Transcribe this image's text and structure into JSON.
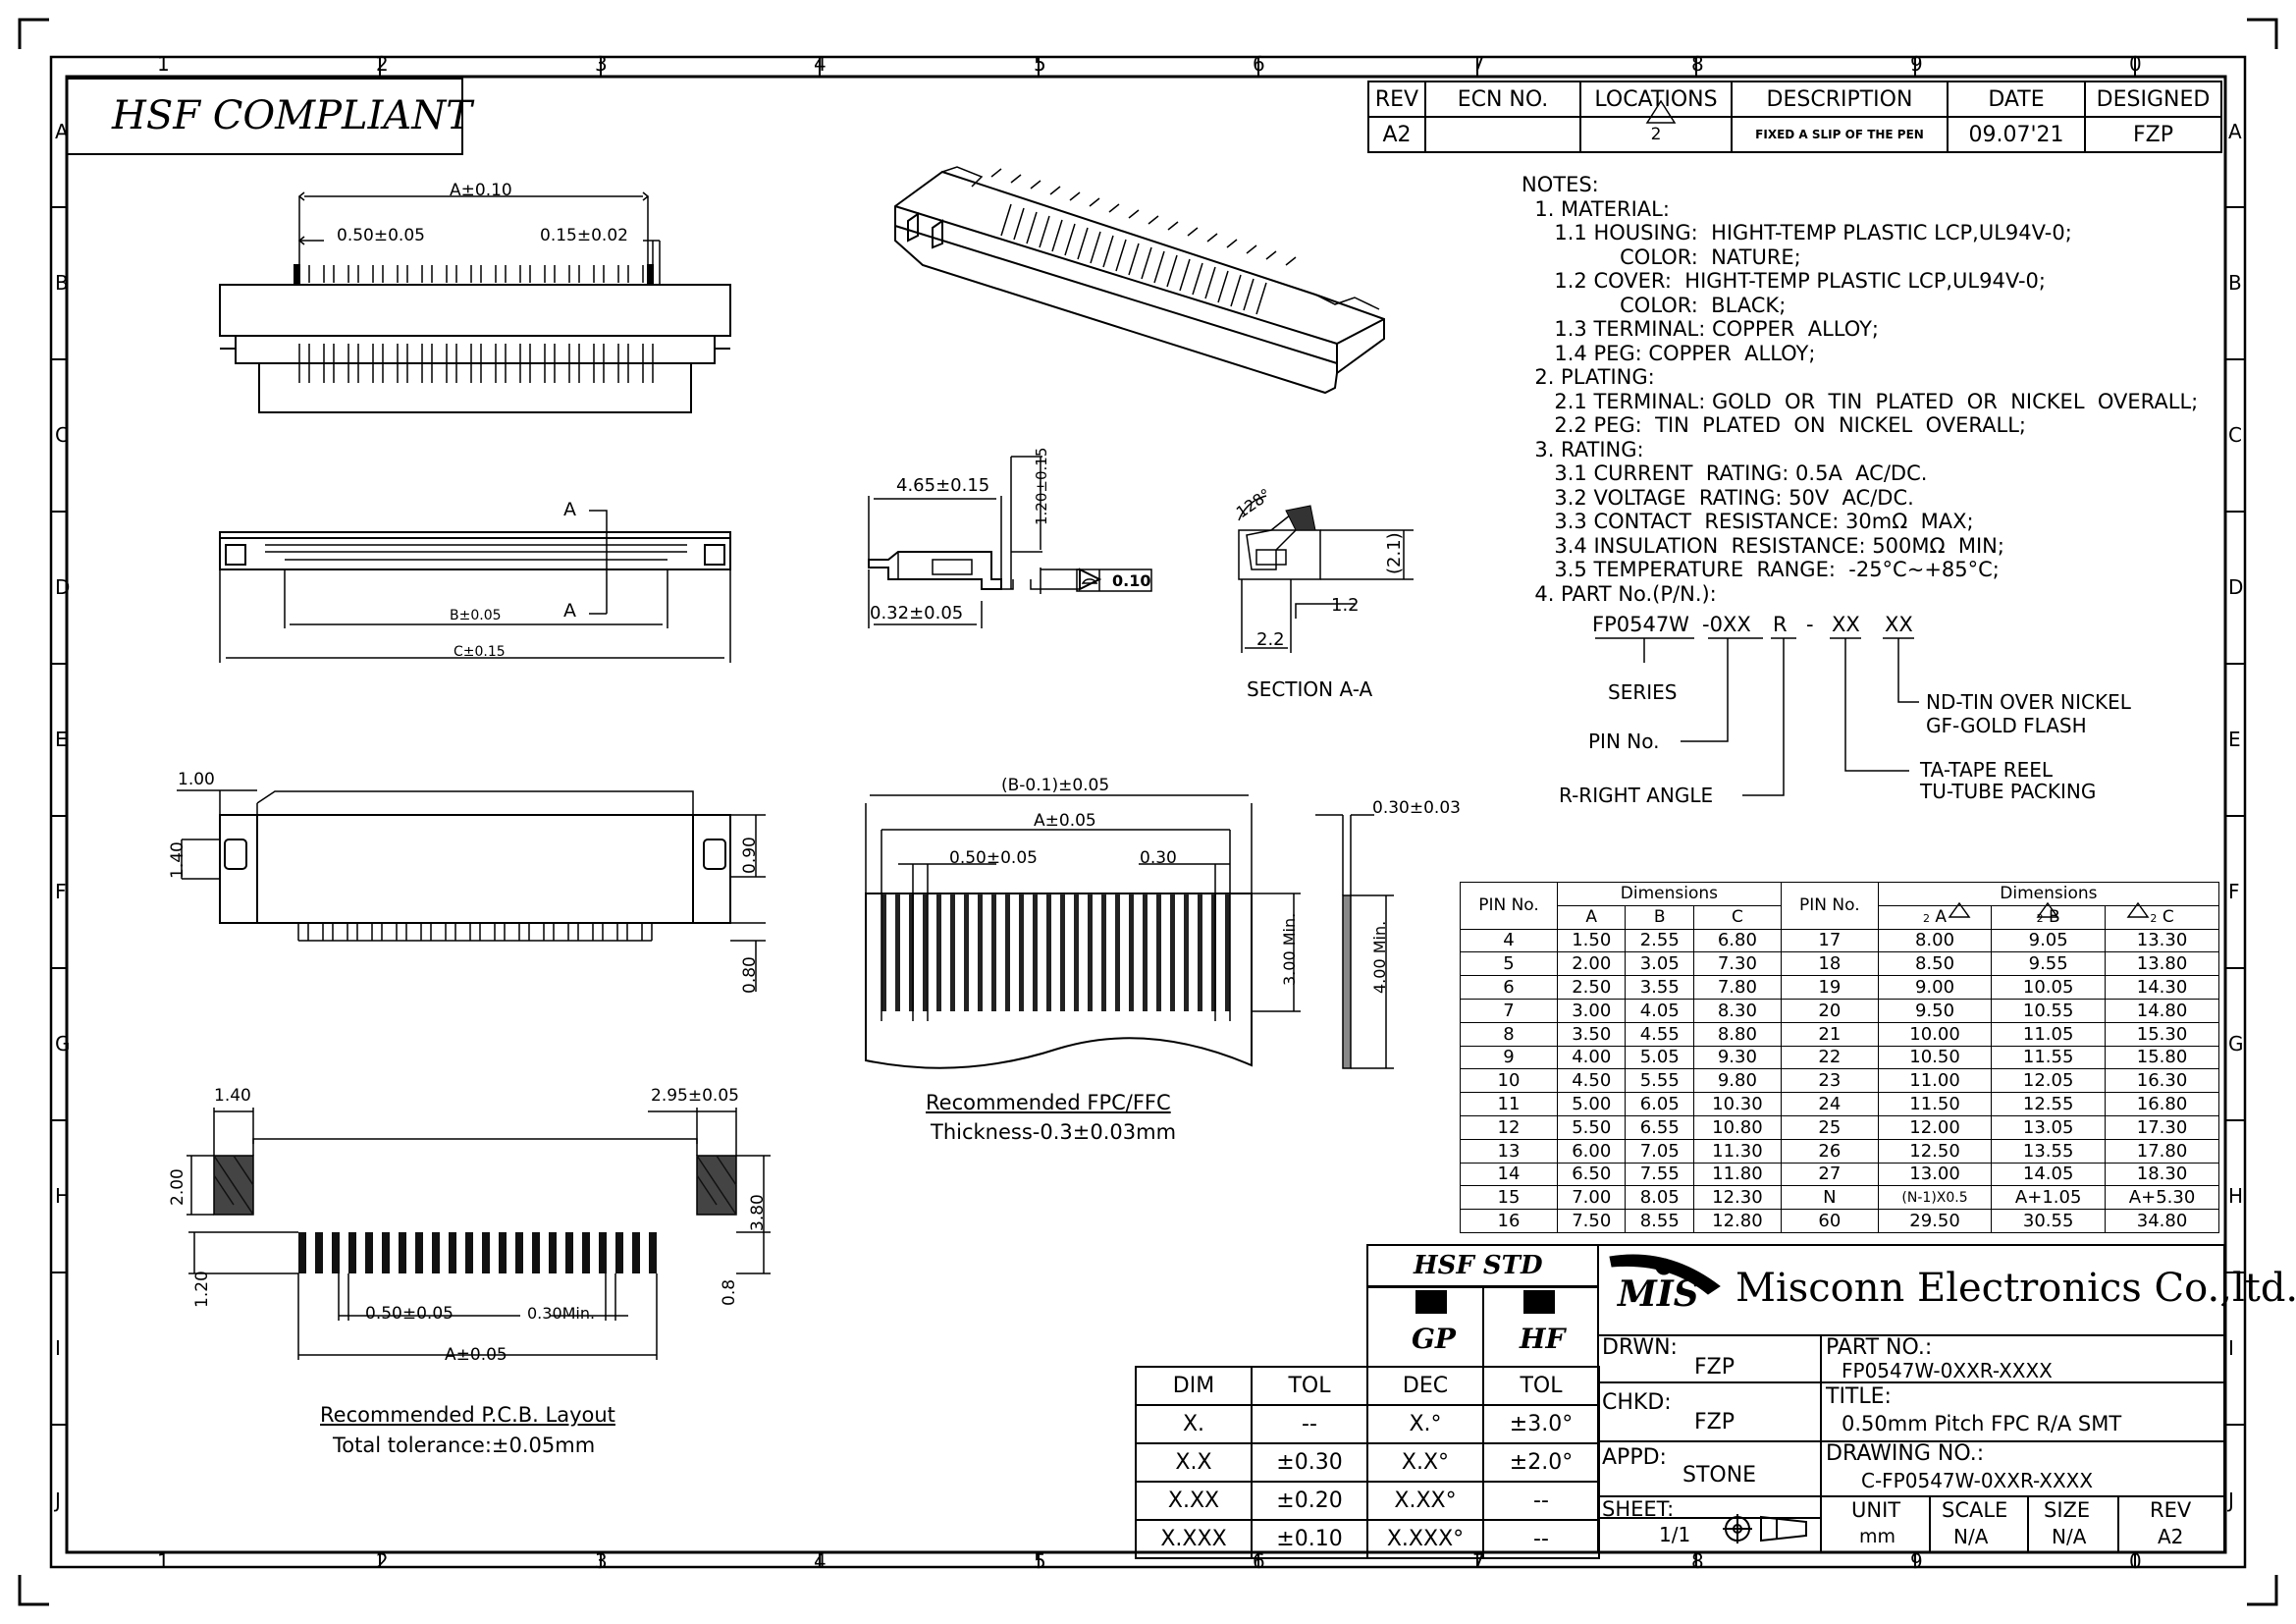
{
  "header": {
    "badge": "HSF  COMPLIANT"
  },
  "grid": {
    "cols": [
      "1",
      "2",
      "3",
      "4",
      "5",
      "6",
      "7",
      "8",
      "9",
      "0"
    ],
    "rows": [
      "A",
      "B",
      "C",
      "D",
      "E",
      "F",
      "G",
      "H",
      "I",
      "J"
    ]
  },
  "revision": {
    "headers": [
      "REV",
      "ECN NO.",
      "LOCATIONS",
      "DESCRIPTION",
      "DATE",
      "DESIGNED"
    ],
    "row": {
      "rev": "A2",
      "ecn": "",
      "location": "2",
      "description": "FIXED A SLIP OF THE PEN",
      "date": "09.07'21",
      "designed": "FZP"
    }
  },
  "notes": [
    "NOTES:",
    "  1. MATERIAL:",
    "     1.1 HOUSING:  HIGHT-TEMP PLASTIC LCP,UL94V-0;",
    "               COLOR:  NATURE;",
    "     1.2 COVER:  HIGHT-TEMP PLASTIC LCP,UL94V-0;",
    "               COLOR:  BLACK;",
    "     1.3 TERMINAL: COPPER  ALLOY;",
    "     1.4 PEG: COPPER  ALLOY;",
    "  2. PLATING:",
    "     2.1 TERMINAL: GOLD  OR  TIN  PLATED  OR  NICKEL  OVERALL;",
    "     2.2 PEG:  TIN  PLATED  ON  NICKEL  OVERALL;",
    "  3. RATING:",
    "     3.1 CURRENT  RATING: 0.5A  AC/DC.",
    "     3.2 VOLTAGE  RATING: 50V  AC/DC.",
    "     3.3 CONTACT  RESISTANCE: 30mΩ  MAX;",
    "     3.4 INSULATION  RESISTANCE: 500MΩ  MIN;",
    "     3.5 TEMPERATURE  RANGE:  -25°C~+85°C;",
    "  4. PART No.(P/N.):"
  ],
  "partno": {
    "segments": [
      "FP0547W",
      "-0XX",
      "R",
      "-",
      "XX",
      "XX"
    ],
    "series": "SERIES",
    "pin": "PIN  No.",
    "right_angle": "R-RIGHT  ANGLE",
    "plating1": "ND-TIN  OVER  NICKEL",
    "plating2": "GF-GOLD  FLASH",
    "packing1": "TA-TAPE  REEL",
    "packing2": "TU-TUBE  PACKING"
  },
  "dims": {
    "a010": "A±0.10",
    "p050a": "0.50±0.05",
    "p015": "0.15±0.02",
    "b005": "B±0.05",
    "c015": "C±0.15",
    "labelA": "A",
    "d465": "4.65±0.15",
    "d120": "1.20±0.15",
    "d032": "0.32±0.05",
    "flat": "0.10",
    "ang128": "128°",
    "d21": "(2.1)",
    "d12": "1.2",
    "d22": "2.2",
    "section": "SECTION  A-A",
    "d100": "1.00",
    "d140a": "1.40",
    "d090": "0.90",
    "d080": "0.80",
    "fpc_b": "(B-0.1)±0.05",
    "fpc_a": "A±0.05",
    "fpc_p": "0.50±0.05",
    "fpc_030": "0.30",
    "fpc_300": "3.00  Min.",
    "fpc_003": "0.30±0.03",
    "fpc_400": "4.00  Min.",
    "fpc_title": "Recommended  FPC/FFC",
    "fpc_thick": "Thickness-0.3±0.03mm",
    "pcb_140": "1.40",
    "pcb_295": "2.95±0.05",
    "pcb_200": "2.00",
    "pcb_380": "3.80",
    "pcb_120": "1.20",
    "pcb_08": "0.8",
    "pcb_050": "0.50±0.05",
    "pcb_030": "0.30Min.",
    "pcb_a": "A±0.05",
    "pcb_title": "Recommended  P.C.B.  Layout",
    "pcb_tol": "Total  tolerance:±0.05mm"
  },
  "pin_table": {
    "h_pin": "PIN No.",
    "h_dim": "Dimensions",
    "cols_left": [
      "A",
      "B",
      "C"
    ],
    "cols_right": [
      "A",
      "B",
      "C"
    ],
    "rev_mark": "2",
    "rows": [
      [
        "4",
        "1.50",
        "2.55",
        "6.80",
        "17",
        "8.00",
        "9.05",
        "13.30"
      ],
      [
        "5",
        "2.00",
        "3.05",
        "7.30",
        "18",
        "8.50",
        "9.55",
        "13.80"
      ],
      [
        "6",
        "2.50",
        "3.55",
        "7.80",
        "19",
        "9.00",
        "10.05",
        "14.30"
      ],
      [
        "7",
        "3.00",
        "4.05",
        "8.30",
        "20",
        "9.50",
        "10.55",
        "14.80"
      ],
      [
        "8",
        "3.50",
        "4.55",
        "8.80",
        "21",
        "10.00",
        "11.05",
        "15.30"
      ],
      [
        "9",
        "4.00",
        "5.05",
        "9.30",
        "22",
        "10.50",
        "11.55",
        "15.80"
      ],
      [
        "10",
        "4.50",
        "5.55",
        "9.80",
        "23",
        "11.00",
        "12.05",
        "16.30"
      ],
      [
        "11",
        "5.00",
        "6.05",
        "10.30",
        "24",
        "11.50",
        "12.55",
        "16.80"
      ],
      [
        "12",
        "5.50",
        "6.55",
        "10.80",
        "25",
        "12.00",
        "13.05",
        "17.30"
      ],
      [
        "13",
        "6.00",
        "7.05",
        "11.30",
        "26",
        "12.50",
        "13.55",
        "17.80"
      ],
      [
        "14",
        "6.50",
        "7.55",
        "11.80",
        "27",
        "13.00",
        "14.05",
        "18.30"
      ],
      [
        "15",
        "7.00",
        "8.05",
        "12.30",
        "N",
        "(N-1)X0.5",
        "A+1.05",
        "A+5.30"
      ],
      [
        "16",
        "7.50",
        "8.55",
        "12.80",
        "60",
        "29.50",
        "30.55",
        "34.80"
      ]
    ]
  },
  "tolerance": {
    "hsf_std": "HSF  STD",
    "gp": "GP",
    "hf": "HF",
    "headers": [
      "DIM",
      "TOL",
      "DEC",
      "TOL"
    ],
    "rows": [
      [
        "X.",
        "--",
        "X.°",
        "±3.0°"
      ],
      [
        "X.X",
        "±0.30",
        "X.X°",
        "±2.0°"
      ],
      [
        "X.XX",
        "±0.20",
        "X.XX°",
        "--"
      ],
      [
        "X.XXX",
        "±0.10",
        "X.XXX°",
        "--"
      ]
    ]
  },
  "title_block": {
    "logo": "MIS",
    "company": "Misconn Electronics Co.,ltd.",
    "drwn_label": "DRWN:",
    "drwn": "FZP",
    "chkd_label": "CHKD:",
    "chkd": "FZP",
    "appd_label": "APPD:",
    "appd": "STONE",
    "part_label": "PART  NO.:",
    "part": "FP0547W-0XXR-XXXX",
    "title_label": "TITLE:",
    "title": "0.50mm  Pitch  FPC  R/A  SMT",
    "drawing_label": "DRAWING  NO.:",
    "drawing": "C-FP0547W-0XXR-XXXX",
    "sheet_label": "SHEET:",
    "sheet": "1/1",
    "unit_label": "UNIT",
    "unit": "mm",
    "scale_label": "SCALE",
    "scale": "N/A",
    "size_label": "SIZE",
    "size": "N/A",
    "rev_label": "REV",
    "rev": "A2"
  }
}
